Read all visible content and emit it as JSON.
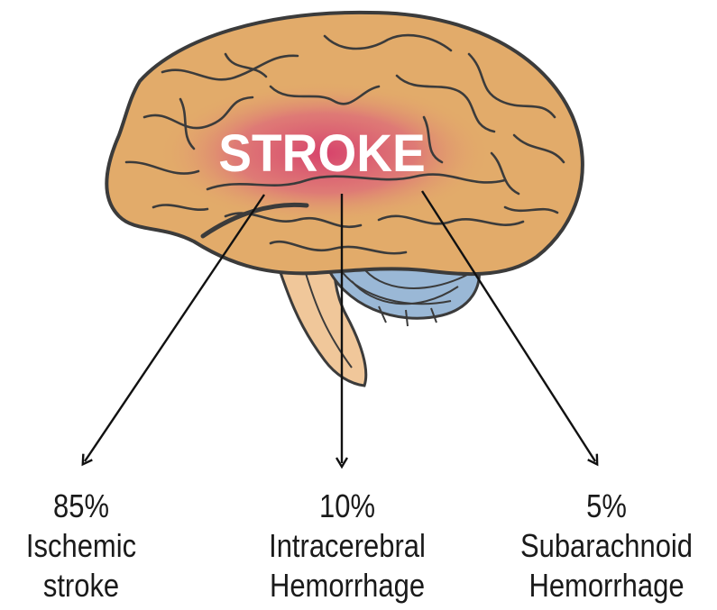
{
  "center_label": "STROKE",
  "colors": {
    "brain_fill": "#e2ab6a",
    "brain_outline": "#3b3b3b",
    "highlight": "#d63d6b",
    "cerebellum": "#9ab8d6",
    "brainstem": "#f0c79a"
  },
  "categories": [
    {
      "percent": "85%",
      "name_line1": "Ischemic",
      "name_line2": "stroke"
    },
    {
      "percent": "10%",
      "name_line1": "Intracerebral",
      "name_line2": "Hemorrhage"
    },
    {
      "percent": "5%",
      "name_line1": "Subarachnoid",
      "name_line2": "Hemorrhage"
    }
  ]
}
